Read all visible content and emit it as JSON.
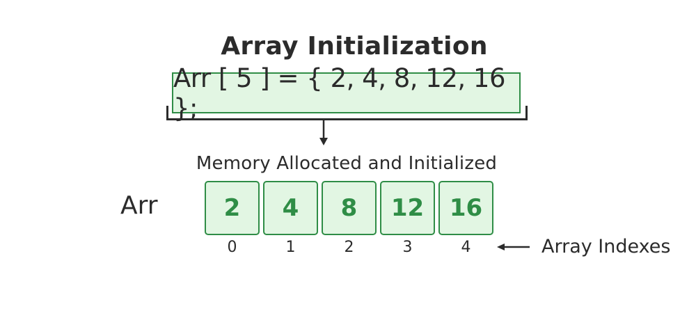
{
  "title": "Array Initialization",
  "declaration": "Arr [ 5 ] = { 2, 4, 8, 12, 16 };",
  "memory_label": "Memory Allocated and Initialized",
  "array_name": "Arr",
  "cells": [
    {
      "value": "2",
      "index": "0"
    },
    {
      "value": "4",
      "index": "1"
    },
    {
      "value": "8",
      "index": "2"
    },
    {
      "value": "12",
      "index": "3"
    },
    {
      "value": "16",
      "index": "4"
    }
  ],
  "index_caption": "Array Indexes",
  "colors": {
    "text": "#2b2b2b",
    "green": "#2f8d46",
    "fill": "#e2f6e3"
  }
}
